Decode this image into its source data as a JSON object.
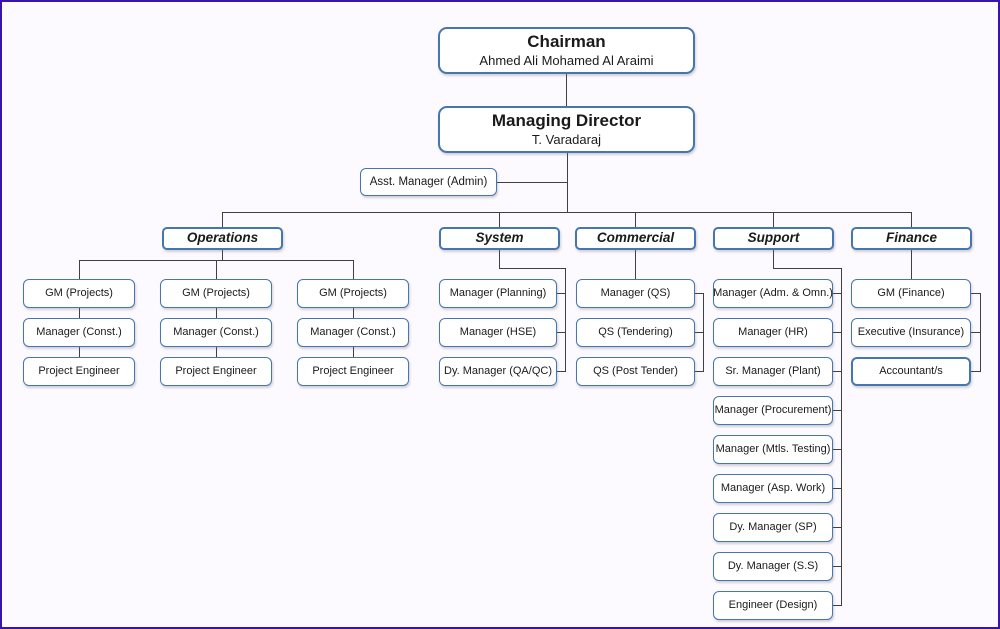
{
  "colors": {
    "page_border": "#3A13AE",
    "background": "#FCFAFE",
    "node_border": "#4576AD",
    "node_fill": "#FFFFFF",
    "connector": "#404040",
    "text": "#1A1A1A"
  },
  "top": {
    "chairman": {
      "title": "Chairman",
      "name": "Ahmed Ali Mohamed Al Araimi"
    },
    "managing_director": {
      "title": "Managing Director",
      "name": "T. Varadaraj"
    },
    "asst_manager": "Asst. Manager (Admin)"
  },
  "divisions": [
    {
      "label": "Operations",
      "columns": [
        {
          "boxes": [
            "GM (Projects)",
            "Manager (Const.)",
            "Project Engineer"
          ]
        },
        {
          "boxes": [
            "GM (Projects)",
            "Manager (Const.)",
            "Project Engineer"
          ]
        },
        {
          "boxes": [
            "GM (Projects)",
            "Manager (Const.)",
            "Project Engineer"
          ]
        }
      ]
    },
    {
      "label": "System",
      "boxes": [
        "Manager (Planning)",
        "Manager (HSE)",
        "Dy. Manager (QA/QC)"
      ]
    },
    {
      "label": "Commercial",
      "boxes": [
        "Manager (QS)",
        "QS (Tendering)",
        "QS (Post Tender)"
      ]
    },
    {
      "label": "Support",
      "boxes": [
        "Manager (Adm. & Omn.)",
        "Manager (HR)",
        "Sr. Manager (Plant)",
        "Manager (Procurement)",
        "Manager (Mtls. Testing)",
        "Manager (Asp. Work)",
        "Dy. Manager (SP)",
        "Dy. Manager (S.S)",
        "Engineer (Design)"
      ]
    },
    {
      "label": "Finance",
      "boxes": [
        "GM (Finance)",
        "Executive (Insurance)",
        "Accountant/s"
      ]
    }
  ]
}
